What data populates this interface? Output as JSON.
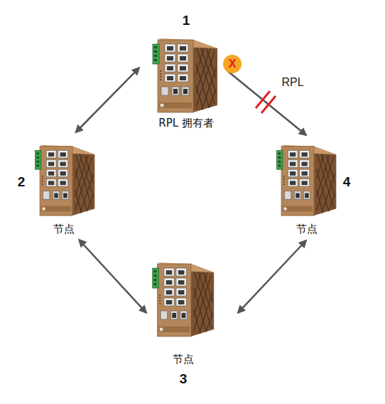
{
  "diagram": {
    "nodes": [
      {
        "text": [
          "1",
          "RPL 拥有者"
        ]
      },
      {
        "text": [
          "2",
          "节点"
        ]
      },
      {
        "text": [
          "节点",
          "3"
        ]
      },
      {
        "text": [
          "4",
          "节点"
        ]
      }
    ],
    "edges": [
      {
        "from": 0,
        "to": 1,
        "arrow": "both"
      },
      {
        "from": 1,
        "to": 2,
        "arrow": "both"
      },
      {
        "from": 2,
        "to": 3,
        "arrow": "both"
      },
      {
        "from": 0,
        "to": 3,
        "arrow": "to",
        "label": "RPL"
      }
    ],
    "labels": [
      "X"
    ]
  }
}
